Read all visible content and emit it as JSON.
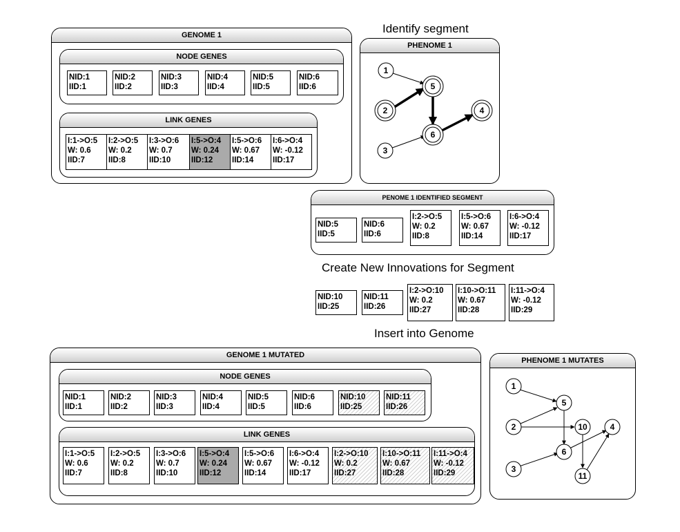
{
  "captions": {
    "identify": "Identify segment",
    "create": "Create New Innovations for Segment",
    "insert": "Insert into Genome"
  },
  "genome1": {
    "title": "GENOME 1",
    "node_title": "NODE GENES",
    "link_title": "LINK GENES",
    "nodes": [
      {
        "nid": "NID:1",
        "iid": "IID:1"
      },
      {
        "nid": "NID:2",
        "iid": "IID:2"
      },
      {
        "nid": "NID:3",
        "iid": "IID:3"
      },
      {
        "nid": "NID:4",
        "iid": "IID:4"
      },
      {
        "nid": "NID:5",
        "iid": "IID:5"
      },
      {
        "nid": "NID:6",
        "iid": "IID:6"
      }
    ],
    "links": [
      {
        "io": "I:1->O:5",
        "w": "W: 0.6",
        "iid": "IID:7"
      },
      {
        "io": "I:2->O:5",
        "w": "W: 0.2",
        "iid": "IID:8"
      },
      {
        "io": "I:3->O:6",
        "w": "W: 0.7",
        "iid": "IID:10"
      },
      {
        "io": "I:5->O:4",
        "w": "W: 0.24",
        "iid": "IID:12"
      },
      {
        "io": "I:5->O:6",
        "w": "W: 0.67",
        "iid": "IID:14"
      },
      {
        "io": "I:6->O:4",
        "w": "W: -0.12",
        "iid": "IID:17"
      }
    ]
  },
  "phenome1": {
    "title": "PHENOME 1",
    "nodes": [
      "1",
      "5",
      "2",
      "4",
      "6",
      "3"
    ]
  },
  "segment": {
    "title": "PENOME 1 IDENTIFIED SEGMENT",
    "nodes": [
      {
        "nid": "NID:5",
        "iid": "IID:5"
      },
      {
        "nid": "NID:6",
        "iid": "IID:6"
      }
    ],
    "links": [
      {
        "io": "I:2->O:5",
        "w": "W: 0.2",
        "iid": "IID:8"
      },
      {
        "io": "I:5->O:6",
        "w": "W: 0.67",
        "iid": "IID:14"
      },
      {
        "io": "I:6->O:4",
        "w": "W: -0.12",
        "iid": "IID:17"
      }
    ]
  },
  "innovations": {
    "nodes": [
      {
        "nid": "NID:10",
        "iid": "IID:25"
      },
      {
        "nid": "NID:11",
        "iid": "IID:26"
      }
    ],
    "links": [
      {
        "io": "I:2->O:10",
        "w": "W: 0.2",
        "iid": "IID:27"
      },
      {
        "io": "I:10->O:11",
        "w": "W: 0.67",
        "iid": "IID:28"
      },
      {
        "io": "I:11->O:4",
        "w": "W: -0.12",
        "iid": "IID:29"
      }
    ]
  },
  "genome1_mutated": {
    "title": "GENOME 1 MUTATED",
    "node_title": "NODE GENES",
    "link_title": "LINK GENES",
    "nodes": [
      {
        "nid": "NID:1",
        "iid": "IID:1"
      },
      {
        "nid": "NID:2",
        "iid": "IID:2"
      },
      {
        "nid": "NID:3",
        "iid": "IID:3"
      },
      {
        "nid": "NID:4",
        "iid": "IID:4"
      },
      {
        "nid": "NID:5",
        "iid": "IID:5"
      },
      {
        "nid": "NID:6",
        "iid": "IID:6"
      },
      {
        "nid": "NID:10",
        "iid": "IID:25"
      },
      {
        "nid": "NID:11",
        "iid": "IID:26"
      }
    ],
    "links": [
      {
        "io": "I:1->O:5",
        "w": "W: 0.6",
        "iid": "IID:7"
      },
      {
        "io": "I:2->O:5",
        "w": "W: 0.2",
        "iid": "IID:8"
      },
      {
        "io": "I:3->O:6",
        "w": "W: 0.7",
        "iid": "IID:10"
      },
      {
        "io": "I:5->O:4",
        "w": "W: 0.24",
        "iid": "IID:12"
      },
      {
        "io": "I:5->O:6",
        "w": "W: 0.67",
        "iid": "IID:14"
      },
      {
        "io": "I:6->O:4",
        "w": "W: -0.12",
        "iid": "IID:17"
      },
      {
        "io": "I:2->O:10",
        "w": "W: 0.2",
        "iid": "IID:27"
      },
      {
        "io": "I:10->O:11",
        "w": "W: 0.67",
        "iid": "IID:28"
      },
      {
        "io": "I:11->O:4",
        "w": "W: -0.12",
        "iid": "IID:29"
      }
    ]
  },
  "phenome1_mutated": {
    "title": "PHENOME 1 MUTATES",
    "nodes": [
      "1",
      "5",
      "2",
      "10",
      "4",
      "6",
      "3",
      "11"
    ]
  }
}
